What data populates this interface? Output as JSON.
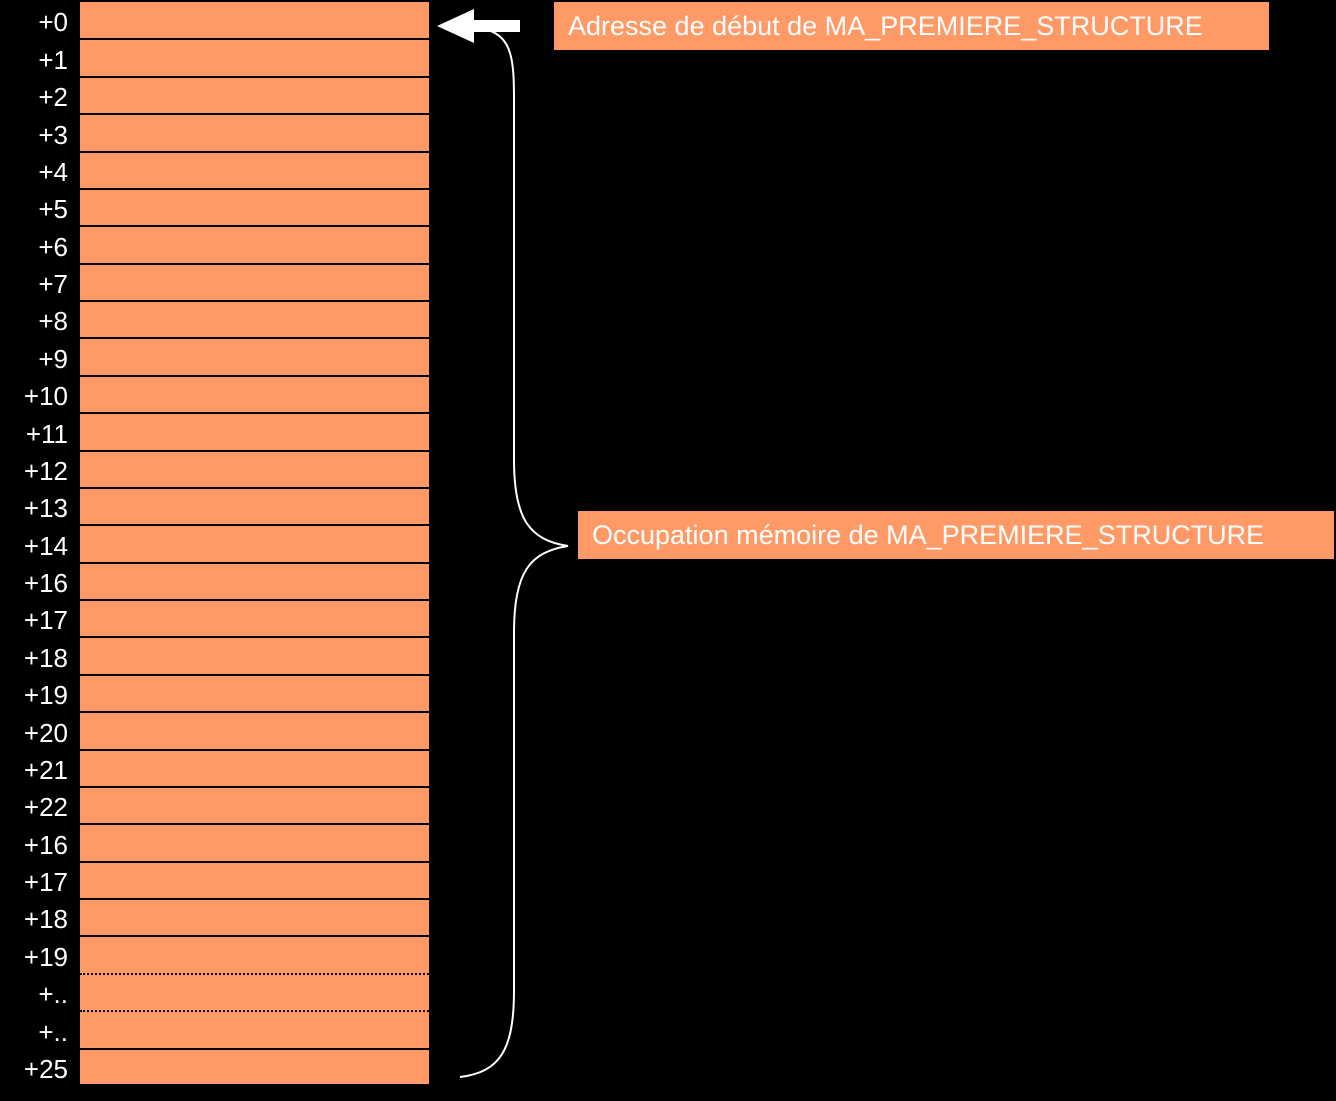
{
  "memory": {
    "offsets": [
      "+0",
      "+1",
      "+2",
      "+3",
      "+4",
      "+5",
      "+6",
      "+7",
      "+8",
      "+9",
      "+10",
      "+11",
      "+12",
      "+13",
      "+14",
      "+16",
      "+17",
      "+18",
      "+19",
      "+20",
      "+21",
      "+22",
      "+16",
      "+17",
      "+18",
      "+19",
      "+..",
      "+..",
      "+25"
    ],
    "cell_color": "#FF9966",
    "dotted_separators_after": [
      25,
      26
    ]
  },
  "annotations": {
    "start_address": "Adresse de début de MA_PREMIERE_STRUCTURE",
    "occupation": "Occupation mémoire de MA_PREMIERE_STRUCTURE"
  },
  "colors": {
    "background": "#000000",
    "accent": "#FF9966",
    "text": "#FFFFFF"
  }
}
